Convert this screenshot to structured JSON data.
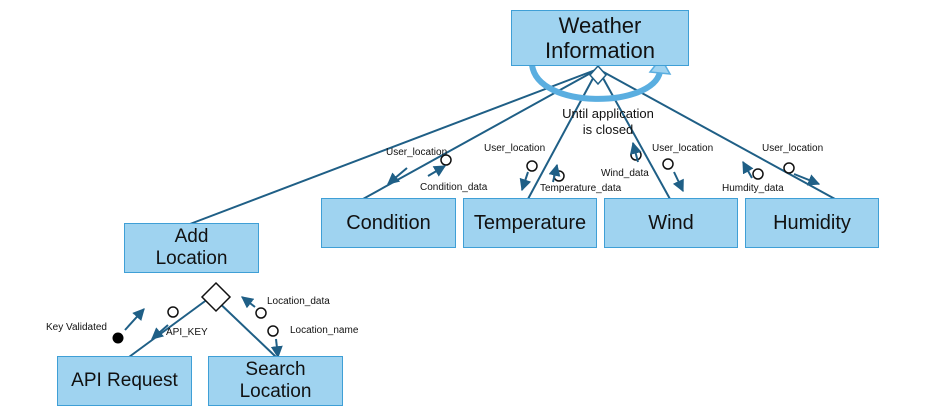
{
  "colors": {
    "line": "#1f5f86",
    "box_fill": "#9fd3f0",
    "box_border": "#3f9fd6",
    "loop_arrow": "#5aaee0"
  },
  "nodes": {
    "weather_information": {
      "line1": "Weather",
      "line2": "Information"
    },
    "condition": "Condition",
    "temperature": "Temperature",
    "wind": "Wind",
    "humidity": "Humidity",
    "add_location": {
      "line1": "Add",
      "line2": "Location"
    },
    "api_request": "API Request",
    "search_location": {
      "line1": "Search",
      "line2": "Location"
    }
  },
  "loop_note": {
    "line1": "Until application",
    "line2": "is closed"
  },
  "couples": {
    "condition_in": "User_location",
    "condition_out": "Condition_data",
    "temperature_in": "User_location",
    "temperature_out": "Temperature_data",
    "wind_out": "Wind_data",
    "wind_in": "User_location",
    "humidity_out": "Humdity_data",
    "humidity_in": "User_location",
    "key_validated": "Key Validated",
    "api_key": "API_KEY",
    "location_data": "Location_data",
    "location_name": "Location_name"
  }
}
